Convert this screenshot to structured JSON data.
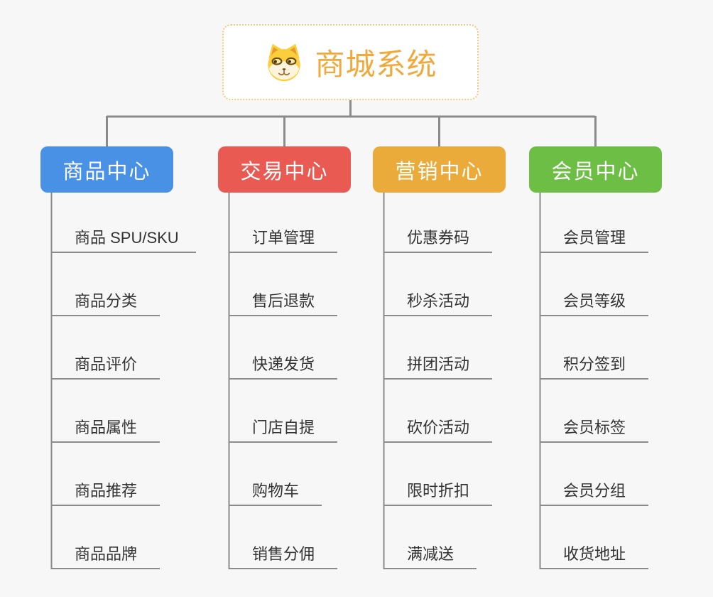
{
  "root": {
    "title": "商城系统",
    "icon": "dog-face-icon",
    "title_color": "#f0a93c",
    "border_color": "#f5c87d"
  },
  "connector_color": "#8b8b8b",
  "branches": [
    {
      "label": "商品中心",
      "color": "#4891e5",
      "items": [
        "商品 SPU/SKU",
        "商品分类",
        "商品评价",
        "商品属性",
        "商品推荐",
        "商品品牌"
      ]
    },
    {
      "label": "交易中心",
      "color": "#e95a52",
      "items": [
        "订单管理",
        "售后退款",
        "快递发货",
        "门店自提",
        "购物车",
        "销售分佣"
      ]
    },
    {
      "label": "营销中心",
      "color": "#ebab3a",
      "items": [
        "优惠券码",
        "秒杀活动",
        "拼团活动",
        "砍价活动",
        "限时折扣",
        "满减送"
      ]
    },
    {
      "label": "会员中心",
      "color": "#6dbe44",
      "items": [
        "会员管理",
        "会员等级",
        "积分签到",
        "会员标签",
        "会员分组",
        "收货地址"
      ]
    }
  ]
}
